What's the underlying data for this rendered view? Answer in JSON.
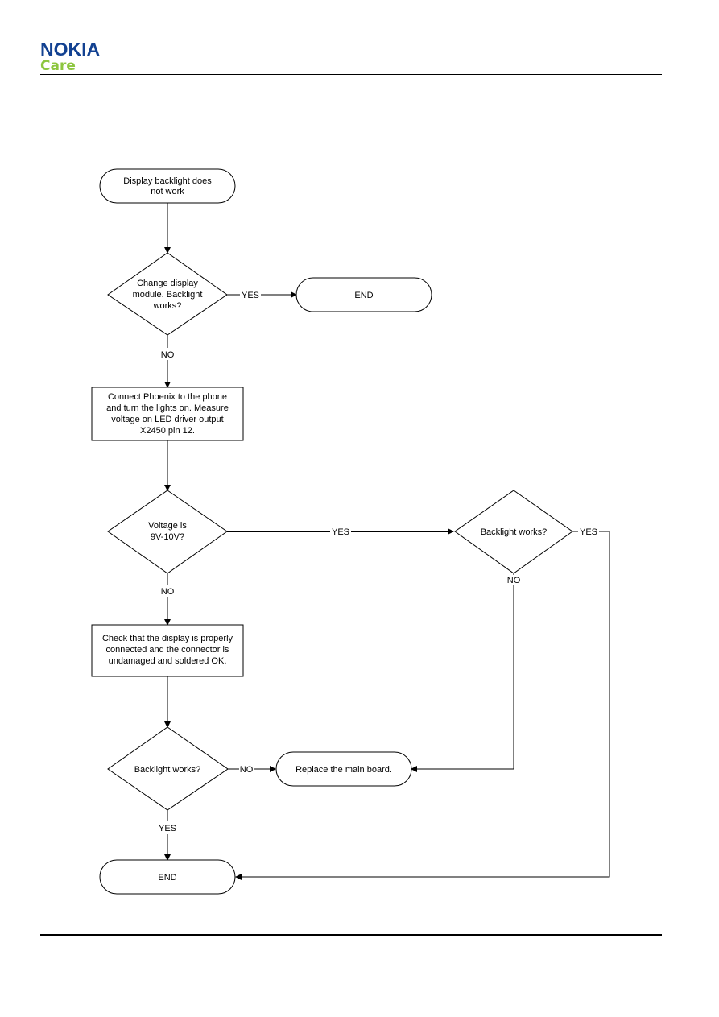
{
  "header": {
    "brand": "NOKIA",
    "sub_brand": "Care",
    "brand_color": "#124191",
    "sub_brand_color": "#8dc63f"
  },
  "flowchart": {
    "start": [
      "Display backlight does",
      "not work"
    ],
    "decision_change_module": [
      "Change display",
      "module. Backlight",
      "works?"
    ],
    "end_top": "END",
    "measure_step": [
      "Connect Phoenix to the phone",
      "and turn the lights on. Measure",
      "voltage on LED driver output",
      "X2450 pin 12."
    ],
    "decision_voltage": [
      "Voltage is",
      "9V-10V?"
    ],
    "decision_backlight_right": "Backlight works?",
    "check_step": [
      "Check that the display is properly",
      "connected and the connector is",
      "undamaged and soldered OK."
    ],
    "decision_backlight_bottom": "Backlight works?",
    "replace_board": "Replace the main board.",
    "end_bottom": "END",
    "labels": {
      "yes_change_module": "YES",
      "no_change_module": "NO",
      "yes_voltage": "YES",
      "no_voltage": "NO",
      "yes_backlight_right": "YES",
      "no_backlight_right": "NO",
      "no_backlight_bottom": "NO",
      "yes_backlight_bottom": "YES"
    }
  }
}
